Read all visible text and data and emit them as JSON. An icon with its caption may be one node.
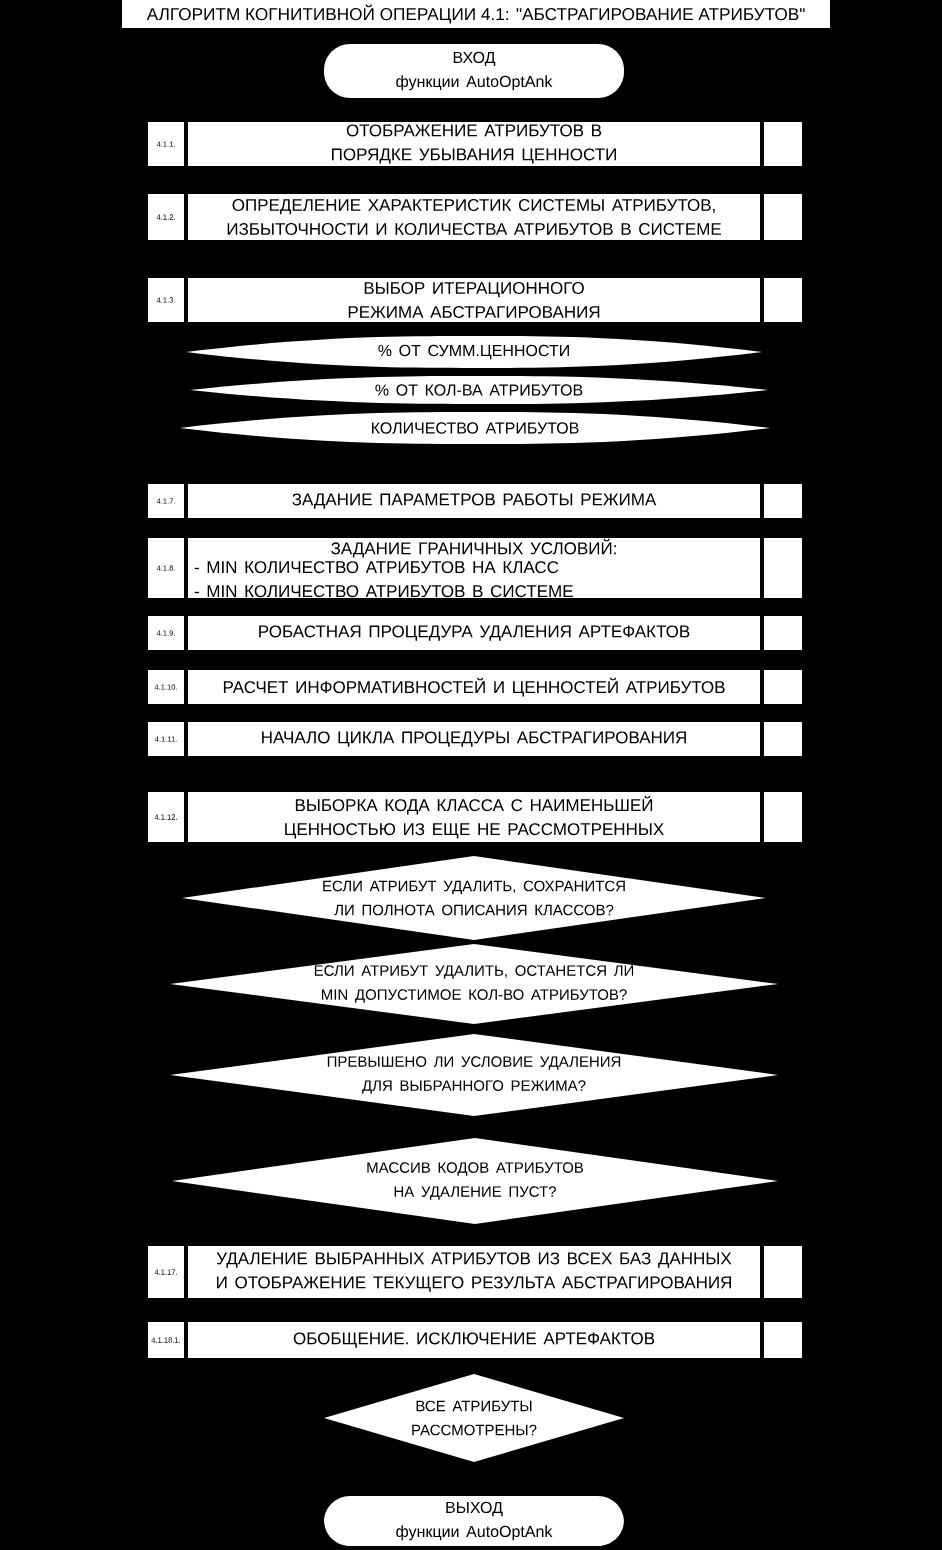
{
  "diagram": {
    "title": "АЛГОРИТМ КОГНИТИВНОЙ ОПЕРАЦИИ 4.1: \"АБСТРАГИРОВАНИЕ АТРИБУТОВ\"",
    "nodes": [
      {
        "text": [
          "ВХОД",
          "функции AutoOptAnk"
        ]
      },
      {
        "text": [
          "4.1.1."
        ]
      },
      {
        "text": [
          "ОТОБРАЖЕНИЕ АТРИБУТОВ В ПОРЯДКЕ УБЫВАНИЯ ЦЕННОСТИ"
        ]
      },
      {
        "text": [],
        "shape": "box"
      },
      {
        "text": [
          "4.1.2."
        ]
      },
      {
        "text": [
          "ОПРЕДЕЛЕНИЕ ХАРАКТЕРИСТИК СИСТЕМЫ АТРИБУТОВ, ИЗБЫТОЧНОСТИ И КОЛИЧЕСТВА АТРИБУТОВ В СИСТЕМЕ"
        ]
      },
      {
        "text": [],
        "shape": "box"
      },
      {
        "text": [
          "4.1.3."
        ]
      },
      {
        "text": [
          "ВЫБОР ИТЕРАЦИОННОГО РЕЖИМА АБСТРАГИРОВАНИЯ"
        ]
      },
      {
        "text": [],
        "shape": "box"
      },
      {
        "text": [
          "% ОТ СУММ.ЦЕННОСТИ"
        ]
      },
      {
        "text": [
          "% ОТ КОЛ-ВА АТРИБУТОВ"
        ]
      },
      {
        "text": [
          "КОЛИЧЕСТВО АТРИБУТОВ"
        ]
      },
      {
        "text": [
          "4.1.7."
        ]
      },
      {
        "text": [
          "ЗАДАНИЕ ПАРАМЕТРОВ РАБОТЫ РЕЖИМА"
        ]
      },
      {
        "text": [],
        "shape": "box"
      },
      {
        "text": [
          "4.1.8."
        ]
      },
      {
        "text": [
          "ЗАДАНИЕ ГРАНИЧНЫХ УСЛОВИЙ:",
          "- MIN КОЛИЧЕСТВО АТРИБУТОВ НА КЛАСС",
          "- MIN КОЛИЧЕСТВО АТРИБУТОВ В СИСТЕМЕ"
        ]
      },
      {
        "text": [],
        "shape": "box"
      },
      {
        "text": [
          "4.1.9."
        ]
      },
      {
        "text": [
          "РОБАСТНАЯ ПРОЦЕДУРА УДАЛЕНИЯ АРТЕФАКТОВ"
        ]
      },
      {
        "text": [],
        "shape": "box"
      },
      {
        "text": [
          "4.1.10."
        ]
      },
      {
        "text": [
          "РАСЧЕТ ИНФОРМАТИВНОСТЕЙ И ЦЕННОСТЕЙ АТРИБУТОВ"
        ]
      },
      {
        "text": [],
        "shape": "box"
      },
      {
        "text": [
          "4.1.11."
        ]
      },
      {
        "text": [
          "НАЧАЛО ЦИКЛА ПРОЦЕДУРЫ АБСТРАГИРОВАНИЯ"
        ]
      },
      {
        "text": [],
        "shape": "box"
      },
      {
        "text": [
          "4.1.12."
        ]
      },
      {
        "text": [
          "ВЫБОРКА КОДА КЛАССА С НАИМЕНЬШЕЙ ЦЕННОСТЬЮ ИЗ ЕЩЕ НЕ РАССМОТРЕННЫХ"
        ]
      },
      {
        "text": [],
        "shape": "box"
      },
      {
        "text": [
          "ЕСЛИ АТРИБУТ УДАЛИТЬ, СОХРАНИТСЯ ЛИ ПОЛНОТА ОПИСАНИЯ КЛАССОВ?"
        ]
      },
      {
        "text": [
          "ЕСЛИ АТРИБУТ УДАЛИТЬ, ОСТАНЕТСЯ ЛИ MIN ДОПУСТИМОЕ КОЛ-ВО АТРИБУТОВ?"
        ]
      },
      {
        "text": [
          "ПРЕВЫШЕНО ЛИ УСЛОВИЕ УДАЛЕНИЯ ДЛЯ ВЫБРАННОГО РЕЖИМА?"
        ]
      },
      {
        "text": [
          "МАССИВ КОДОВ АТРИБУТОВ НА УДАЛЕНИЕ ПУСТ?"
        ]
      },
      {
        "text": [
          "4.1.17."
        ]
      },
      {
        "text": [
          "УДАЛЕНИЕ ВЫБРАННЫХ АТРИБУТОВ ИЗ ВСЕХ БАЗ ДАННЫХ И ОТОБРАЖЕНИЕ ТЕКУЩЕГО РЕЗУЛЬТА АБСТРАГИРОВАНИЯ"
        ]
      },
      {
        "text": [],
        "shape": "box"
      },
      {
        "text": [
          "4.1.18.1."
        ]
      },
      {
        "text": [
          "ОБОБЩЕНИЕ. ИСКЛЮЧЕНИЕ АРТЕФАКТОВ"
        ]
      },
      {
        "text": [],
        "shape": "box"
      },
      {
        "text": [
          "ВСЕ АТРИБУТЫ РАССМОТРЕНЫ?"
        ]
      },
      {
        "text": [
          "ВЫХОД",
          "функции AutoOptAnk"
        ]
      }
    ]
  }
}
